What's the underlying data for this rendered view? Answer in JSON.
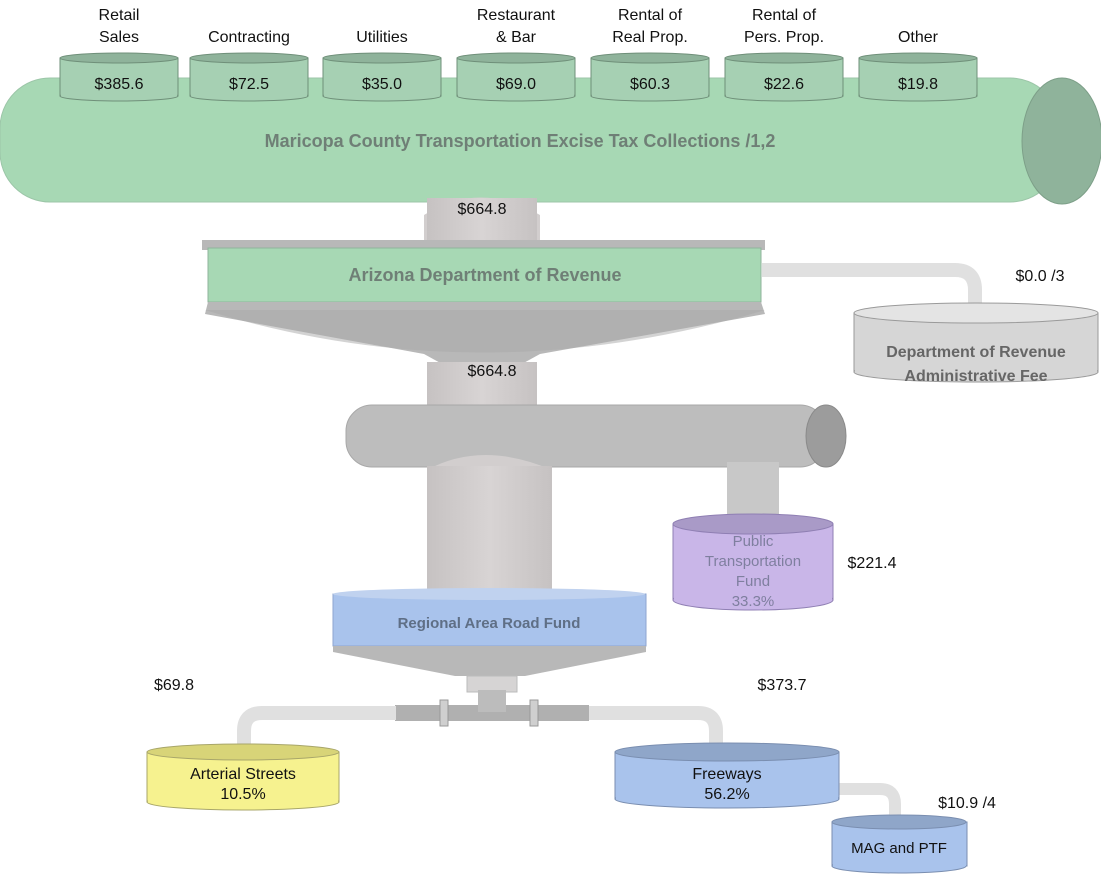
{
  "categories": [
    {
      "label_lines": [
        "Retail",
        "Sales"
      ],
      "amount": "$385.6"
    },
    {
      "label_lines": [
        "Contracting"
      ],
      "amount": "$72.5"
    },
    {
      "label_lines": [
        "Utilities"
      ],
      "amount": "$35.0"
    },
    {
      "label_lines": [
        "Restaurant",
        "& Bar"
      ],
      "amount": "$69.0"
    },
    {
      "label_lines": [
        "Rental of",
        "Real Prop."
      ],
      "amount": "$60.3"
    },
    {
      "label_lines": [
        "Rental of",
        "Pers. Prop."
      ],
      "amount": "$22.6"
    },
    {
      "label_lines": [
        "Other"
      ],
      "amount": "$19.8"
    }
  ],
  "main_pipe": {
    "label": "Maricopa County Transportation Excise Tax Collections  /1,2"
  },
  "flow_total_1": "$664.8",
  "adr": {
    "label": "Arizona Department of Revenue"
  },
  "admin_fee": {
    "amount": "$0.0  /3",
    "label_line1": "Department of Revenue",
    "label_line2": "Administrative Fee"
  },
  "flow_total_2": "$664.8",
  "ptf": {
    "line1": "Public",
    "line2": "Transportation",
    "line3": "Fund",
    "line4": "33.3%",
    "amount": "$221.4"
  },
  "rarf": {
    "label": "Regional Area Road Fund"
  },
  "arterial": {
    "amount": "$69.8",
    "line1": "Arterial Streets",
    "line2": "10.5%"
  },
  "freeways": {
    "amount": "$373.7",
    "line1": "Freeways",
    "line2": "56.2%"
  },
  "mag": {
    "amount": "$10.9  /4",
    "label": "MAG and PTF"
  },
  "colors": {
    "green": "#a6d8b4",
    "green_dark": "#8fb39b",
    "grey": "#c8c8c8",
    "grey_dark": "#9e9e9e",
    "blue": "#a9c3ec",
    "purple": "#c9b6e8",
    "yellow": "#f6f28f"
  }
}
